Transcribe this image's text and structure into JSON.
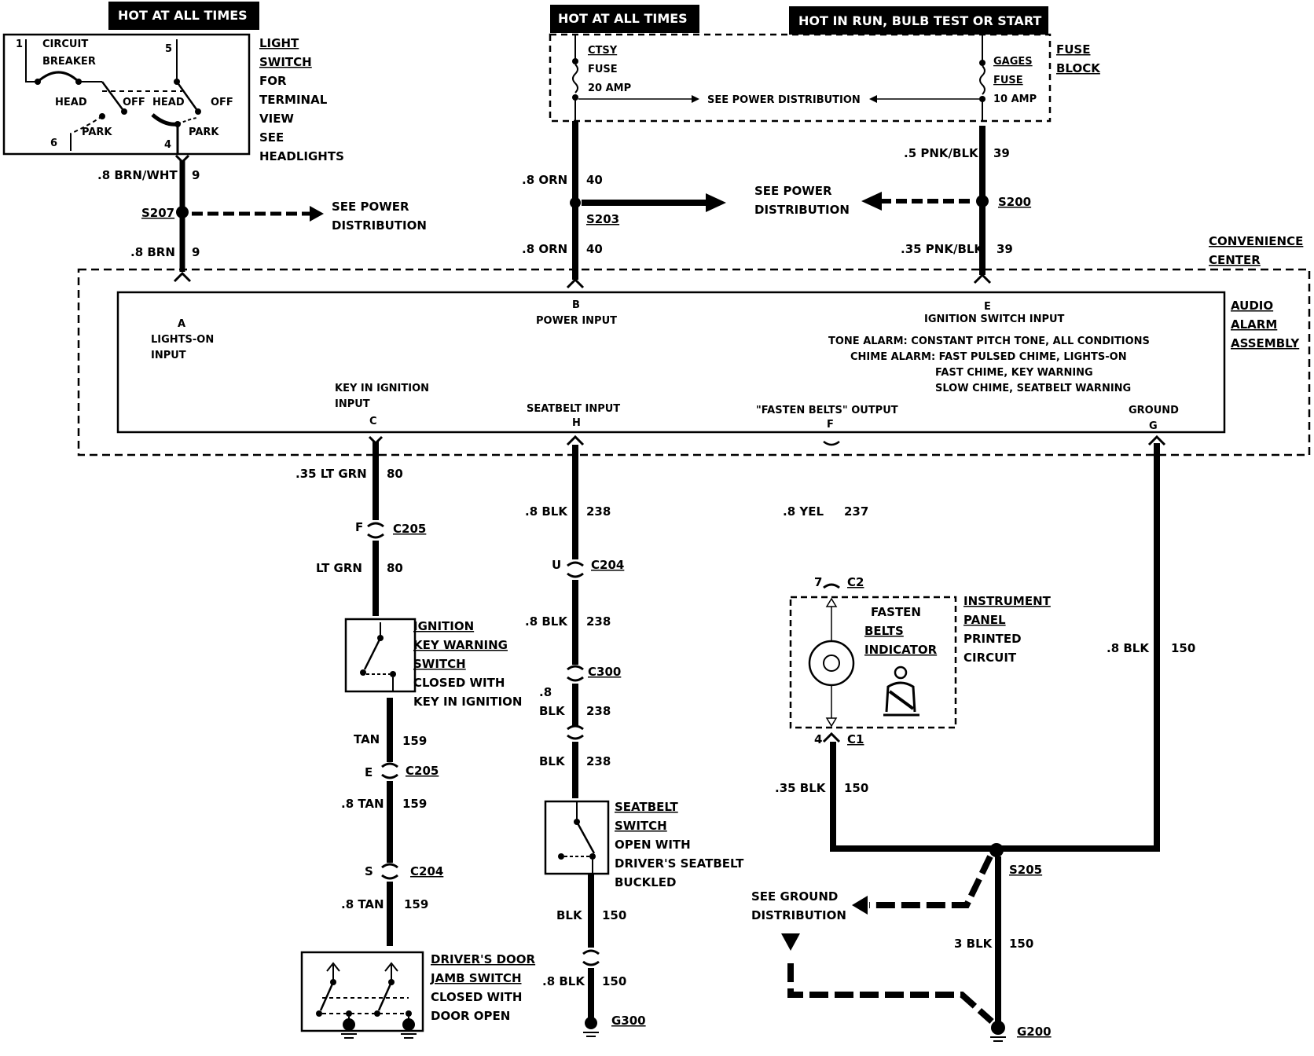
{
  "headers": {
    "hot_at_all_times_1": "HOT AT ALL TIMES",
    "hot_at_all_times_2": "HOT AT ALL TIMES",
    "hot_in_run": "HOT IN RUN,  BULB TEST OR START"
  },
  "light_switch": {
    "pin1": "1",
    "pin5": "5",
    "pin6": "6",
    "pin4": "4",
    "circuit": "CIRCUIT",
    "breaker": "BREAKER",
    "head1": "HEAD",
    "off1": "OFF",
    "park1": "PARK",
    "head2": "HEAD",
    "off2": "OFF",
    "park2": "PARK",
    "caption": [
      "LIGHT",
      "SWITCH",
      "FOR",
      "TERMINAL",
      "VIEW",
      "SEE",
      "HEADLIGHTS"
    ]
  },
  "fuse_block": {
    "ctsy": "CTSY",
    "fuse1": "FUSE",
    "amp1": "20 AMP",
    "gages": "GAGES",
    "fuse2": "FUSE",
    "amp2": "10 AMP",
    "see_power": "SEE POWER DISTRIBUTION",
    "caption1": "FUSE",
    "caption2": "BLOCK"
  },
  "wires": {
    "w9_top": ".8 BRN/WHT",
    "w9_top_num": "9",
    "s207": "S207",
    "w9_bot": ".8 BRN",
    "w9_bot_num": "9",
    "w40_top": ".8 ORN",
    "w40_top_num": "40",
    "s203": "S203",
    "w40_bot": ".8 ORN",
    "w40_bot_num": "40",
    "w39_top": ".5 PNK/BLK",
    "w39_top_num": "39",
    "s200": "S200",
    "w39_bot": ".35 PNK/BLK",
    "w39_bot_num": "39",
    "see_power_1a": "SEE POWER",
    "see_power_1b": "DISTRIBUTION",
    "see_power_2a": "SEE POWER",
    "see_power_2b": "DISTRIBUTION"
  },
  "convenience_center": {
    "line1": "CONVENIENCE",
    "line2": "CENTER"
  },
  "alarm": {
    "title": [
      "AUDIO",
      "ALARM",
      "ASSEMBLY"
    ],
    "a_pin": "A",
    "a_l1": "LIGHTS-ON",
    "a_l2": "INPUT",
    "b_pin": "B",
    "b_l1": "POWER INPUT",
    "e_pin": "E",
    "e_l1": "IGNITION SWITCH INPUT",
    "tone": "TONE ALARM: CONSTANT PITCH TONE, ALL CONDITIONS",
    "chime1": "CHIME ALARM: FAST PULSED CHIME, LIGHTS-ON",
    "chime2": "FAST CHIME, KEY WARNING",
    "chime3": "SLOW CHIME, SEATBELT WARNING",
    "c_l1": "KEY IN IGNITION",
    "c_l2": "INPUT",
    "c_pin": "C",
    "h_l1": "SEATBELT  INPUT",
    "h_pin": "H",
    "f_l1": "\"FASTEN BELTS\" OUTPUT",
    "f_pin": "F",
    "g_l1": "GROUND",
    "g_pin": "G"
  },
  "circuit80": {
    "w1": ".35 LT GRN",
    "n1": "80",
    "c205_pin": "F",
    "c205": "C205",
    "w2": "LT GRN",
    "n2": "80",
    "switch": [
      "IGNITION",
      "KEY WARNING",
      "SWITCH",
      "CLOSED WITH",
      "KEY IN IGNITION"
    ],
    "w3": "TAN",
    "n3": "159",
    "c205b_pin": "E",
    "c205b": "C205",
    "w4": ".8 TAN",
    "n4": "159",
    "c204_pin": "S",
    "c204": "C204",
    "w5": ".8 TAN",
    "n5": "159",
    "door": [
      "DRIVER'S DOOR",
      "JAMB SWITCH",
      "CLOSED WITH",
      "DOOR OPEN"
    ]
  },
  "circuit238": {
    "w1": ".8 BLK",
    "n1": "238",
    "c204_pin": "U",
    "c204": "C204",
    "w2": ".8 BLK",
    "n2": "238",
    "c300": "C300",
    "w3a": ".8",
    "w3b": "BLK",
    "n3": "238",
    "w4": "BLK",
    "n4": "238",
    "switch": [
      "SEATBELT",
      "SWITCH",
      "OPEN WITH",
      "DRIVER'S SEATBELT",
      "BUCKLED"
    ],
    "w5": "BLK",
    "n5": "150",
    "w6": ".8 BLK",
    "n6": "150",
    "g300": "G300"
  },
  "circuit237": {
    "w1": ".8 YEL",
    "n1": "237",
    "c2_pin": "7",
    "c2": "C2",
    "indicator": [
      "FASTEN",
      "BELTS",
      "INDICATOR"
    ],
    "ipc": [
      "INSTRUMENT",
      "PANEL",
      "PRINTED",
      "CIRCUIT"
    ],
    "c1_pin": "4",
    "c1": "C1",
    "w2": ".35 BLK",
    "n2": "150"
  },
  "ground": {
    "w1": ".8 BLK",
    "n1": "150",
    "s205": "S205",
    "see_ground_1": "SEE GROUND",
    "see_ground_2": "DISTRIBUTION",
    "w2": "3 BLK",
    "n2": "150",
    "g200": "G200"
  }
}
